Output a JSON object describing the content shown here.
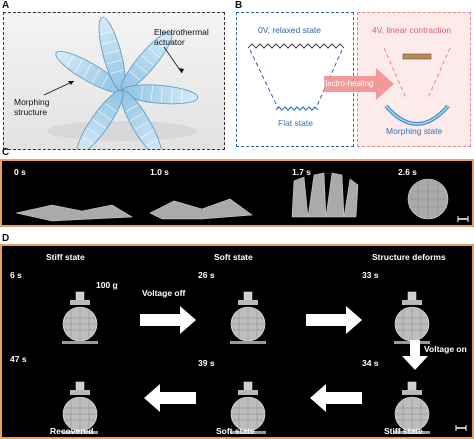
{
  "panels": {
    "a": {
      "letter": "A",
      "label_actuator_line1": "Electrothermal",
      "label_actuator_line2": "actuator",
      "label_structure_line1": "Morphing",
      "label_structure_line2": "structure"
    },
    "b": {
      "letter": "B",
      "relaxed": "0V, relaxed state",
      "flat": "Flat state",
      "contraction": "4V, linear contraction",
      "healing": "Electro-healing",
      "morphing": "Morphing state"
    },
    "c": {
      "letter": "C",
      "times": [
        "0 s",
        "1.0 s",
        "1.7 s",
        "2.6 s"
      ]
    },
    "d": {
      "letter": "D",
      "times": [
        "6 s",
        "26 s",
        "33 s",
        "34 s",
        "39 s",
        "47 s"
      ],
      "weight": "100 g",
      "stiff_state": "Stiff state",
      "soft_state": "Soft state",
      "structure_deforms": "Structure deforms",
      "voltage_off": "Voltage off",
      "voltage_on": "Voltage on",
      "stiff_state_bottom": "Stiff state",
      "soft_state_bottom": "Soft state",
      "recovered": "Recovered"
    }
  },
  "colors": {
    "blue_dash": "#2f5fb0",
    "red_dash": "#e8858a",
    "panel_border": "#e8a060",
    "healing_arrow": "#f08a8a"
  }
}
